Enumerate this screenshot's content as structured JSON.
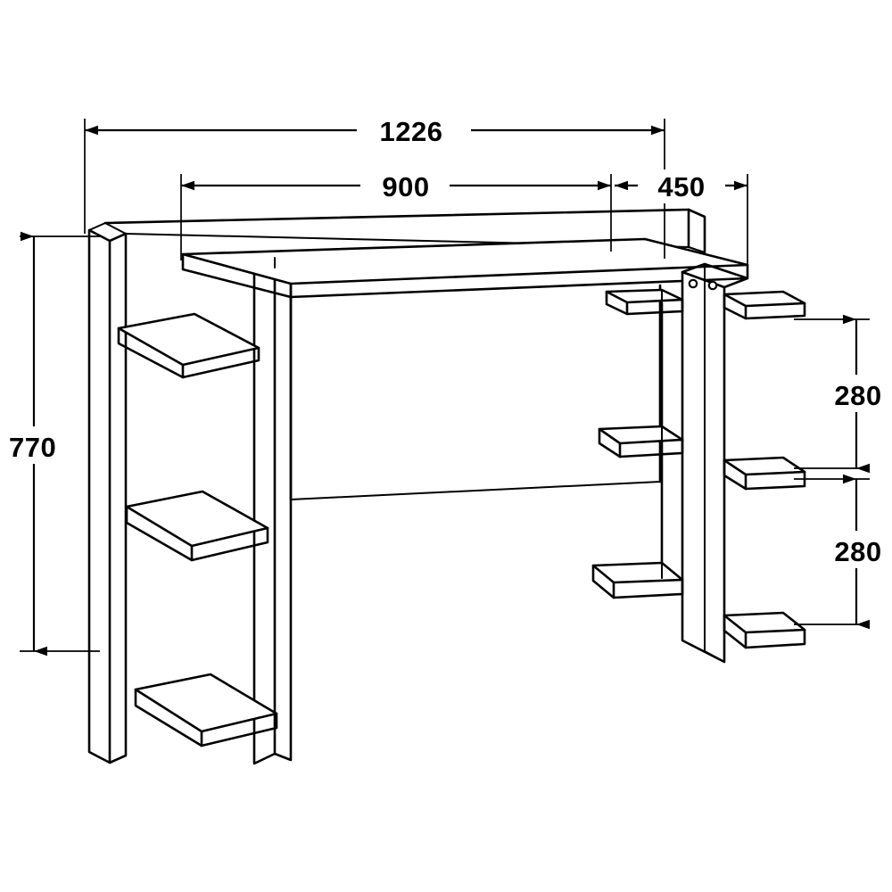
{
  "drawing": {
    "type": "isometric-technical-drawing",
    "subject": "desk-with-side-shelving-unit",
    "units": "mm",
    "line_color": "#000000",
    "background_color": "#ffffff"
  },
  "dimensions": {
    "overall_width": {
      "label": "1226",
      "orientation": "horizontal",
      "position": "top"
    },
    "desk_top_width": {
      "label": "900",
      "orientation": "horizontal",
      "position": "top-second-row"
    },
    "right_section_width": {
      "label": "450",
      "orientation": "horizontal",
      "position": "top-second-row-right"
    },
    "overall_height": {
      "label": "770",
      "orientation": "vertical",
      "position": "left"
    },
    "shelf_gap_upper": {
      "label": "280",
      "orientation": "vertical",
      "position": "right-upper"
    },
    "shelf_gap_lower": {
      "label": "280",
      "orientation": "vertical",
      "position": "right-lower"
    }
  },
  "features": {
    "hole_count": 2,
    "left_shelf_count": 3,
    "right_shelf_count": 3,
    "right_outer_shelf_count": 3
  }
}
